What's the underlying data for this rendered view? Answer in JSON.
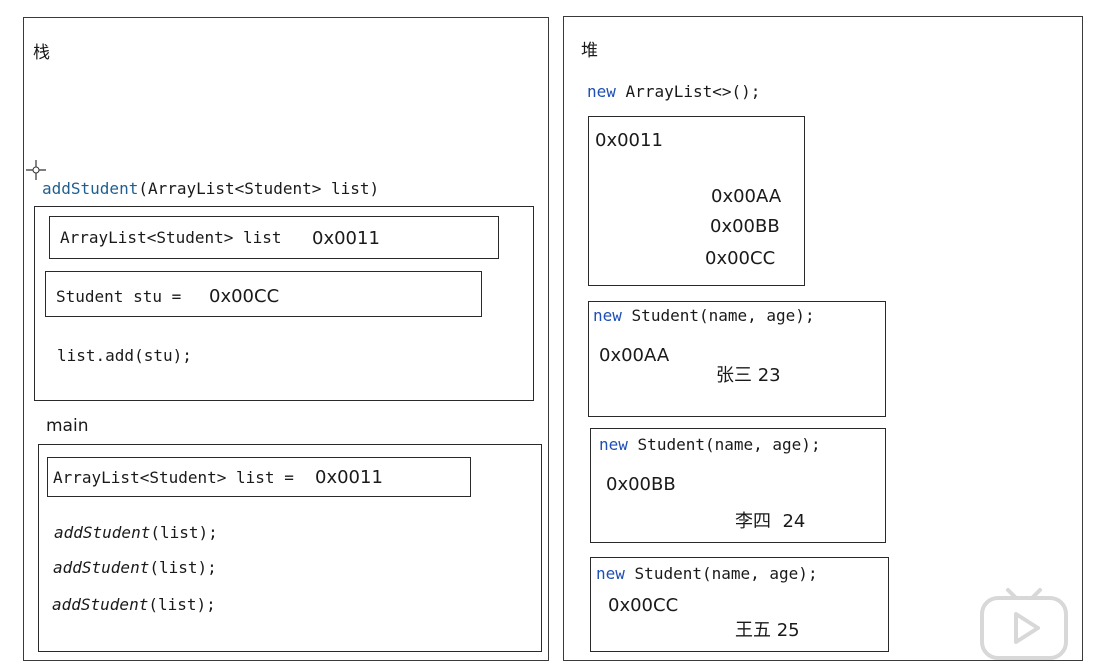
{
  "stack": {
    "title": "栈",
    "add_student": {
      "signature_name": "addStudent",
      "signature_params": "(ArrayList<Student> list)",
      "list_decl": "ArrayList<Student> list",
      "list_value": "0x0011",
      "stu_decl": "Student stu =",
      "stu_value": "0x00CC",
      "add_call": "list.add(stu);"
    },
    "main": {
      "label": "main",
      "list_decl": "ArrayList<Student> list =",
      "list_value": "0x0011",
      "calls": [
        {
          "name": "addStudent",
          "args": "(list);"
        },
        {
          "name": "addStudent",
          "args": "(list);"
        },
        {
          "name": "addStudent",
          "args": "(list);"
        }
      ]
    }
  },
  "heap": {
    "title": "堆",
    "list_new_kw": "new",
    "list_new_rest": "ArrayList<>();",
    "list_object": {
      "address": "0x0011",
      "elements": [
        "0x00AA",
        "0x00BB",
        "0x00CC"
      ]
    },
    "students": [
      {
        "new_kw": "new",
        "ctor": "Student(name, age);",
        "address": "0x00AA",
        "info": "张三 23"
      },
      {
        "new_kw": "new",
        "ctor": "Student(name, age);",
        "address": "0x00BB",
        "info": "李四  24"
      },
      {
        "new_kw": "new",
        "ctor": "Student(name, age);",
        "address": "0x00CC",
        "info": "王五 25"
      }
    ]
  }
}
